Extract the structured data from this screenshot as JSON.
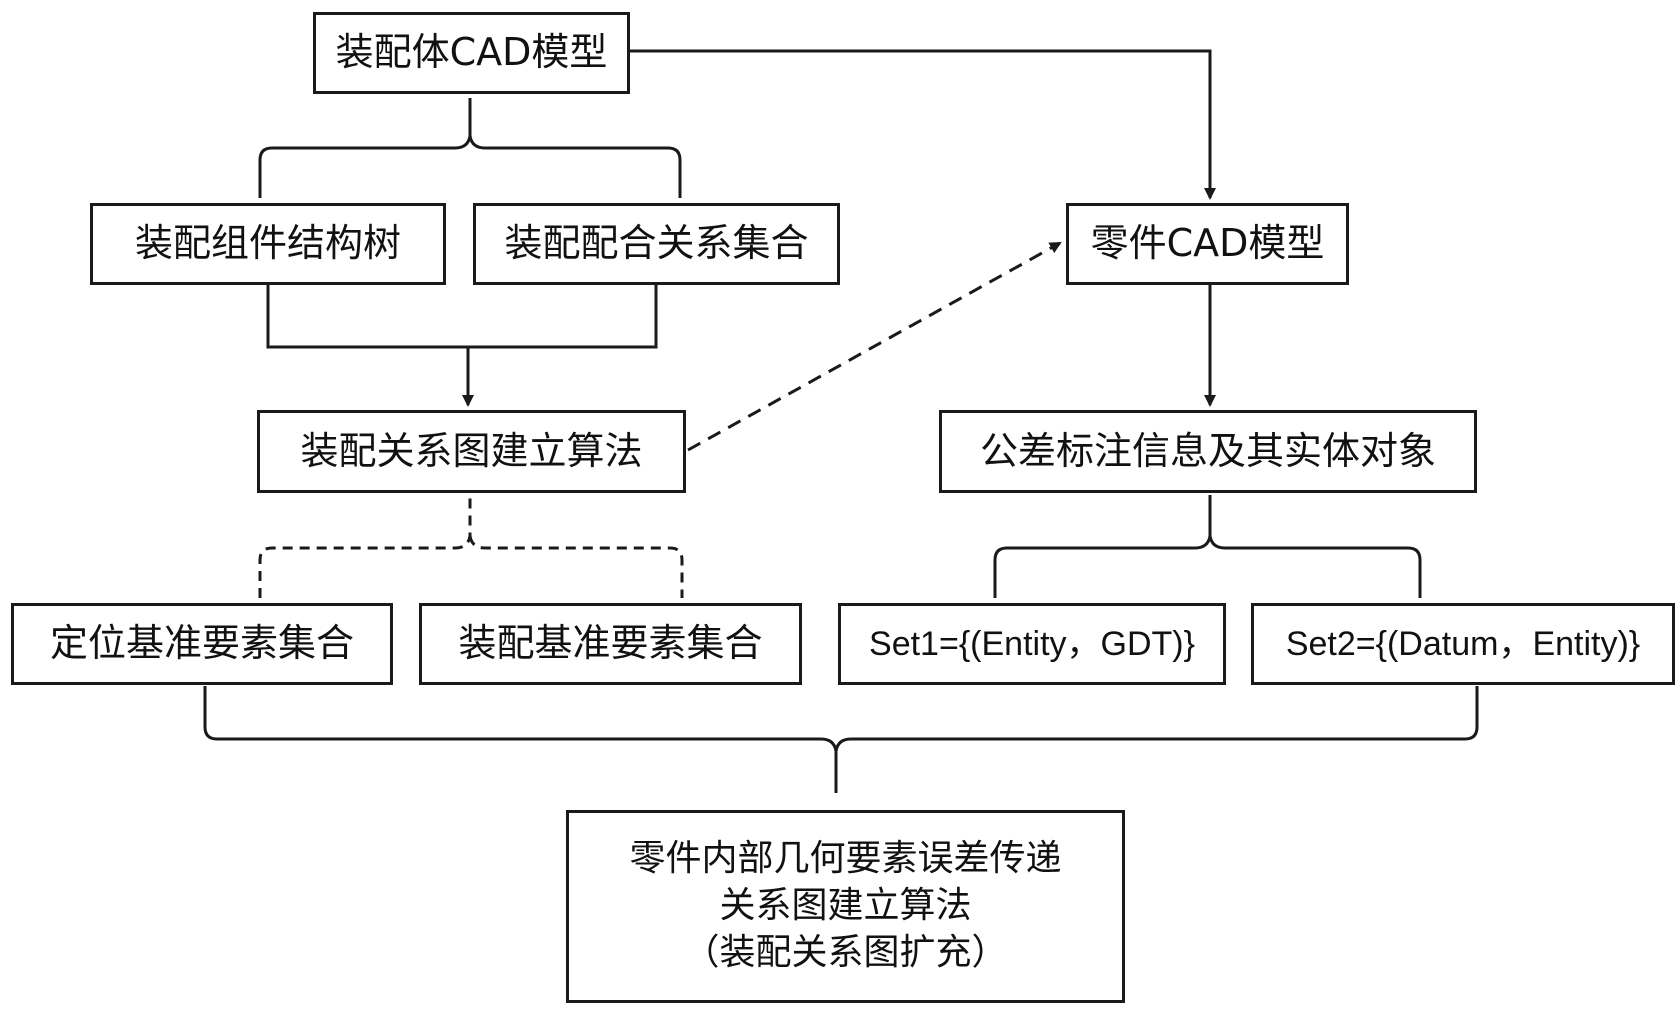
{
  "nodes": {
    "assembly_cad": "装配体CAD模型",
    "component_tree": "装配组件结构树",
    "mating_relations": "装配配合关系集合",
    "graph_algorithm": "装配关系图建立算法",
    "part_cad": "零件CAD模型",
    "tolerance_info": "公差标注信息及其实体对象",
    "locating_datums": "定位基准要素集合",
    "assembly_datums": "装配基准要素集合",
    "set1": "Set1={(Entity，GDT)}",
    "set2": "Set2={(Datum，Entity)}",
    "final_line1": "零件内部几何要素误差传递",
    "final_line2": "关系图建立算法",
    "final_line3": "（装配关系图扩充）"
  },
  "colors": {
    "stroke": "#1a1a1a",
    "text": "#111111",
    "background": "#ffffff"
  }
}
